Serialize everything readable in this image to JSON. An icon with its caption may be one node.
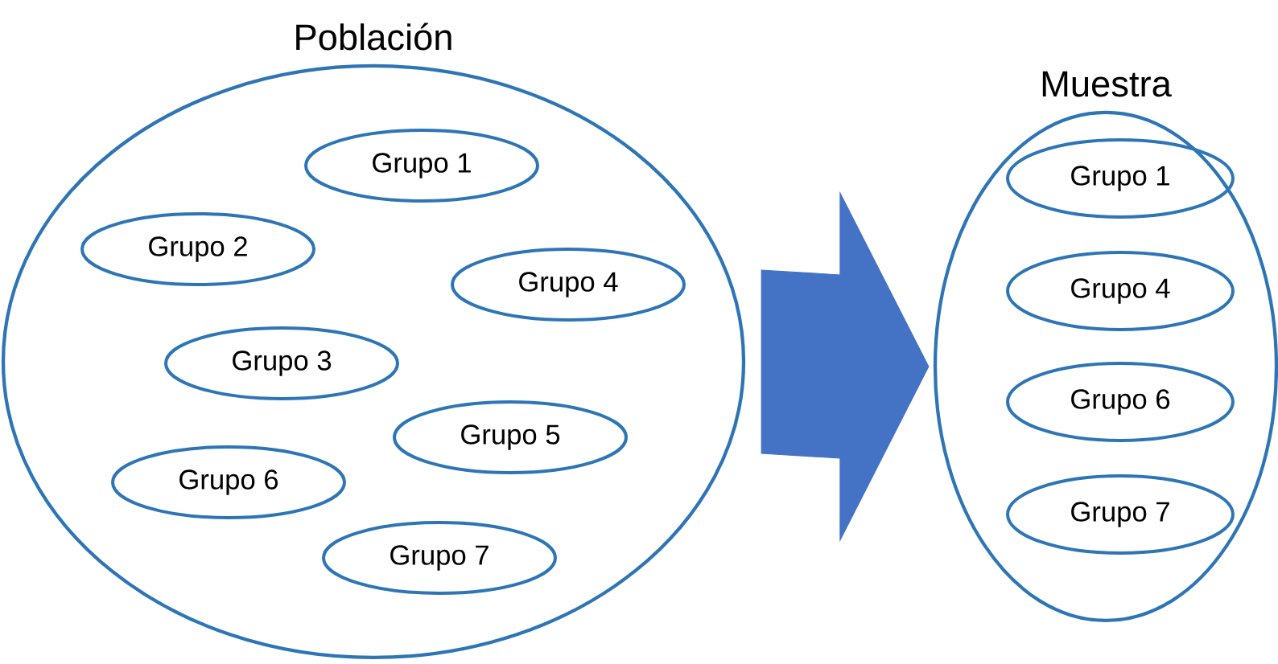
{
  "diagram": {
    "nodes": [
      {
        "text": [
          "Población"
        ]
      },
      {
        "text": [
          "Grupo 1"
        ],
        "in": 0
      },
      {
        "text": [
          "Grupo 2"
        ],
        "in": 0
      },
      {
        "text": [
          "Grupo 4"
        ],
        "in": 0
      },
      {
        "text": [
          "Grupo 3"
        ],
        "in": 0
      },
      {
        "text": [
          "Grupo 5"
        ],
        "in": 0
      },
      {
        "text": [
          "Grupo 6"
        ],
        "in": 0
      },
      {
        "text": [
          "Grupo 7"
        ],
        "in": 0
      },
      {
        "text": [
          "Muestra"
        ]
      },
      {
        "text": [
          "Grupo 1"
        ],
        "in": 8
      },
      {
        "text": [
          "Grupo 4"
        ],
        "in": 8
      },
      {
        "text": [
          "Grupo 6"
        ],
        "in": 8
      },
      {
        "text": [
          "Grupo 7"
        ],
        "in": 8
      }
    ],
    "edges": [
      {
        "from": 0,
        "to": 8,
        "arrow": "to",
        "color": "#4472c4"
      }
    ]
  }
}
